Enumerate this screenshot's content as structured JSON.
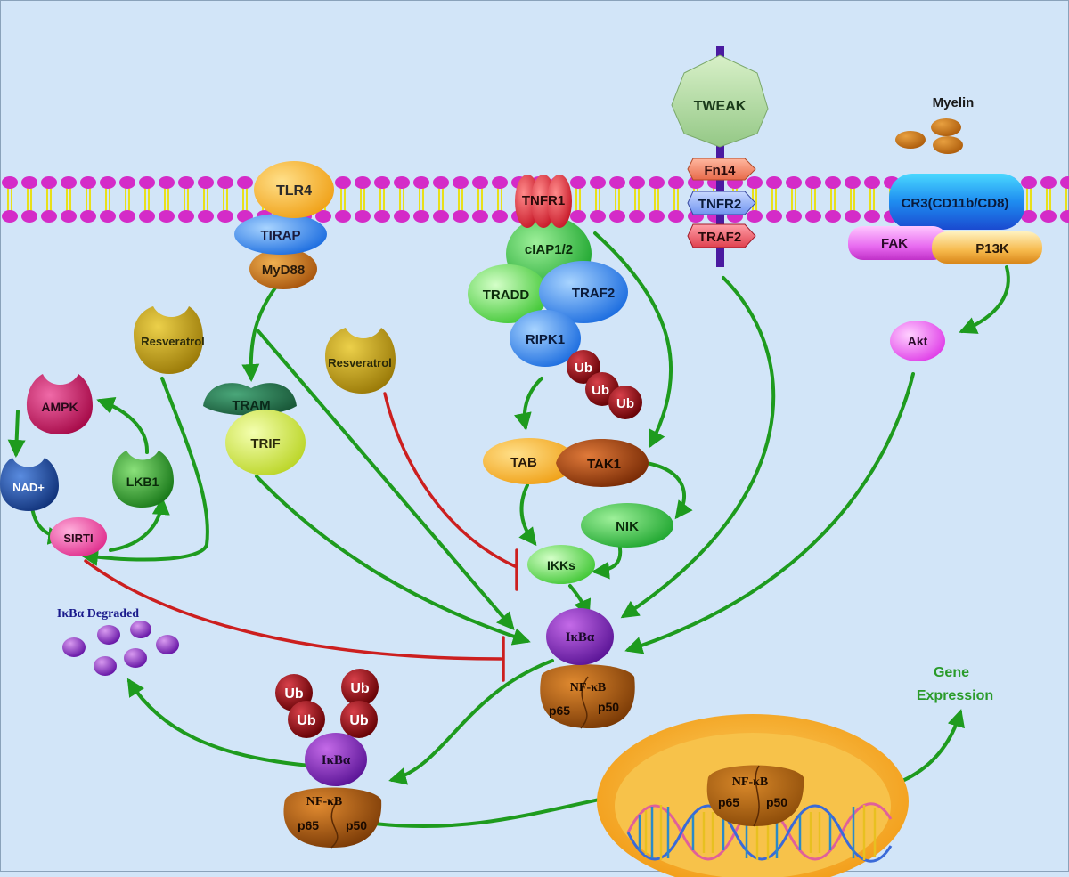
{
  "labels": {
    "tlr4": "TLR4",
    "tirap": "TIRAP",
    "myd88": "MyD88",
    "tram": "TRAM",
    "trif": "TRIF",
    "resveratrol_left": "Resveratrol",
    "resveratrol_mid": "Resveratrol",
    "ampk": "AMPK",
    "nad": "NAD+",
    "lkb1": "LKB1",
    "sirt1": "SIRTI",
    "ikba_degraded": "IκBα Degraded",
    "tnfr1": "TNFR1",
    "ciap": "cIAP1/2",
    "tradd": "TRADD",
    "traf2_complex": "TRAF2",
    "ripk1": "RIPK1",
    "ub": "Ub",
    "ub_partial": "Ub",
    "tab": "TAB",
    "tak1": "TAK1",
    "nik": "NIK",
    "ikks": "IKKs",
    "ikba": "IκBα",
    "nfkb": "NF-κB",
    "p65": "p65",
    "p50": "p50",
    "tweak": "TWEAK",
    "fn14": "Fn14",
    "tnfr2": "TNFR2",
    "traf2_receptor": "TRAF2",
    "myelin": "Myelin",
    "cr3": "CR3(CD11b/CD8)",
    "fak": "FAK",
    "p13k": "P13K",
    "akt": "Akt",
    "gene_expression_line1": "Gene",
    "gene_expression_line2": "Expression"
  },
  "colors": {
    "background": "#d2e5f8",
    "membrane_head": "#d42bc8",
    "membrane_tail": "#e8e01a",
    "activation_arrow": "#1e9b1e",
    "inhibition_line": "#cc1f1f",
    "nucleus_outer": "#f5a623",
    "nucleus_inner": "#f7c24a",
    "ub_fill": "#8b0c12",
    "gene_expression_text": "#2a9b2a",
    "ikba_degraded_text": "#1a1a8c"
  }
}
